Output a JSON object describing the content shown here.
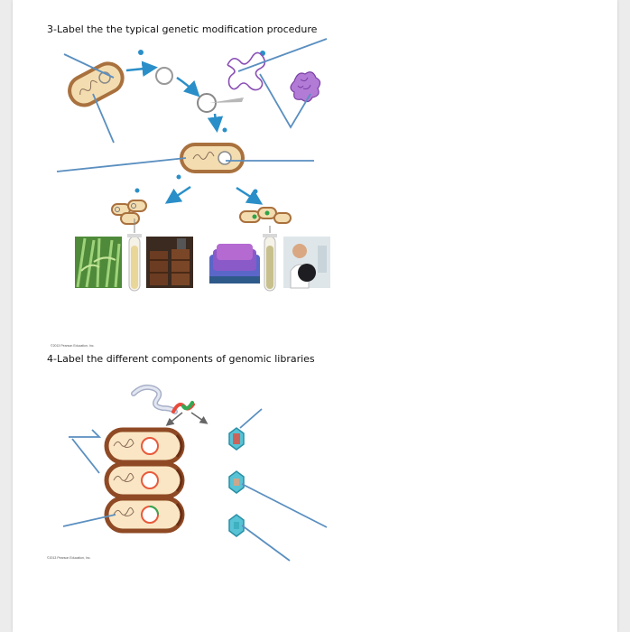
{
  "questions": {
    "q3": "3-Label the the typical genetic modification procedure",
    "q4": "4-Label the different components of genomic libraries"
  },
  "credits": {
    "fig1": "©2013 Pearson Education, Inc.",
    "fig2": "©2013 Pearson Education, Inc."
  },
  "colors": {
    "leader_line": "#5a8fc0",
    "arrow": "#2a8fc8",
    "bacterium_fill": "#f3ddb0",
    "bacterium_rim": "#a9713e",
    "protein": "#8a4fb5",
    "vector_tube": "#57c3d5"
  }
}
